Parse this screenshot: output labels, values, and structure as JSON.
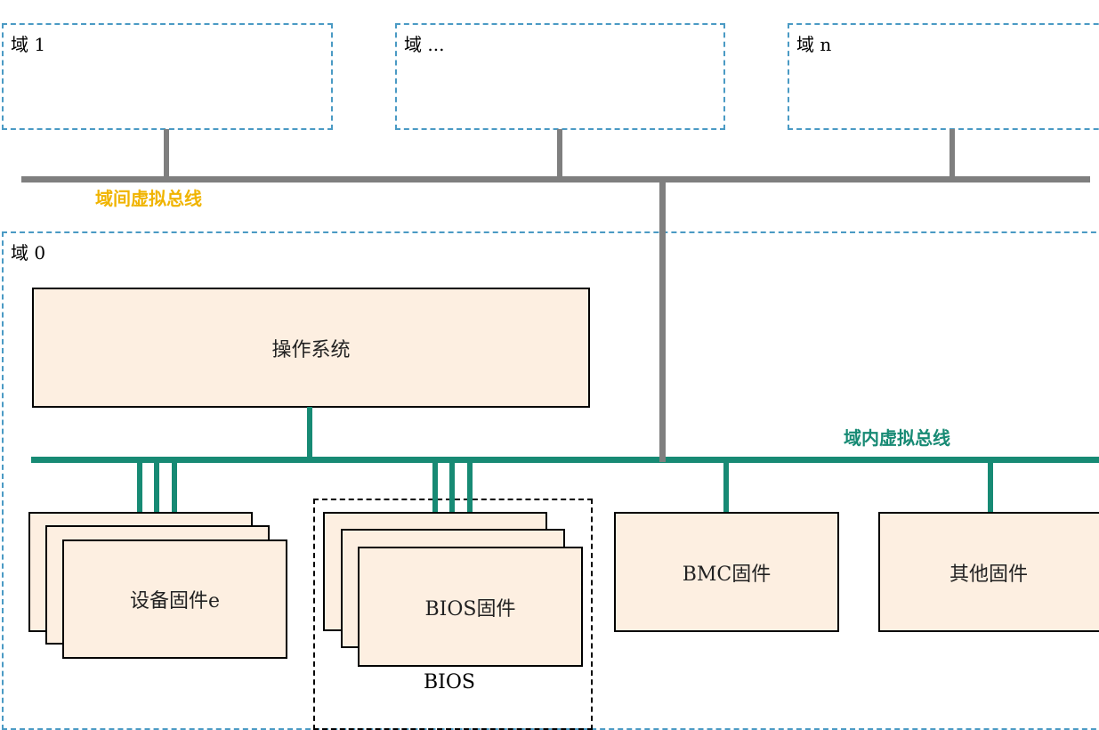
{
  "domains": {
    "d1": "域 1",
    "dmid": "域 ...",
    "dn": "域 n",
    "d0": "域 0"
  },
  "buses": {
    "inter": "域间虚拟总线",
    "intra": "域内虚拟总线"
  },
  "components": {
    "os": "操作系统",
    "device": "设备固件e",
    "bios": "BIOS固件",
    "bmc": "BMC固件",
    "other": "其他固件"
  },
  "groups": {
    "bios_group": "BIOS"
  },
  "colors": {
    "inter_bus": "#7f7f7f",
    "intra_bus": "#178a74",
    "inter_label": "#f0b400",
    "domain_border": "#4a9ac4",
    "component_fill": "#fdefe1"
  }
}
